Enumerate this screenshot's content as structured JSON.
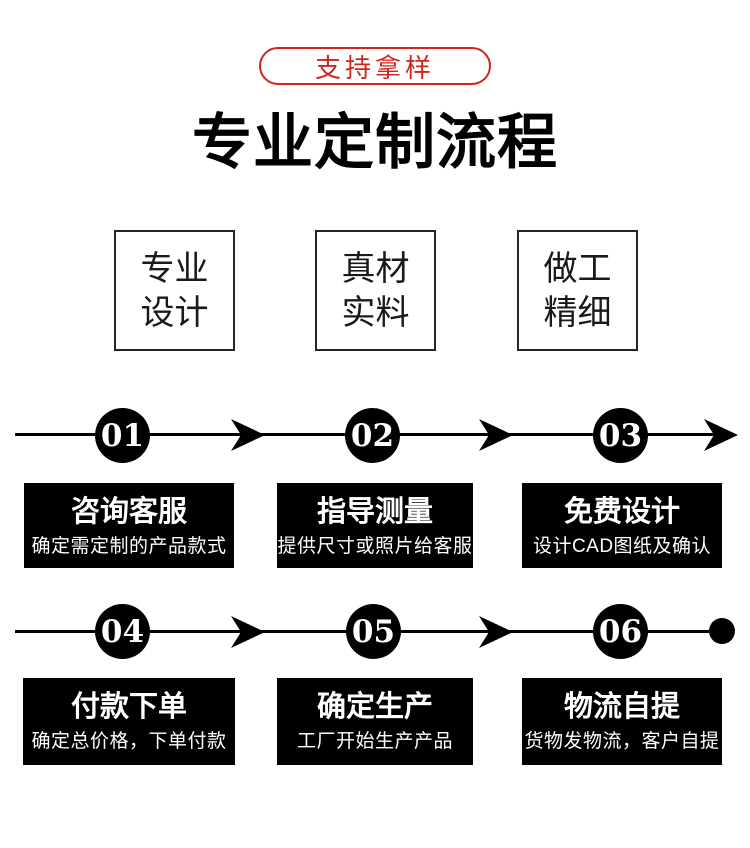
{
  "page": {
    "background": "#ffffff",
    "accent_red": "#d1251c",
    "ink_black": "#000000"
  },
  "header": {
    "badge": "支持拿样",
    "title": "专业定制流程"
  },
  "features": [
    {
      "line1": "专业",
      "line2": "设计"
    },
    {
      "line1": "真材",
      "line2": "实料"
    },
    {
      "line1": "做工",
      "line2": "精细"
    }
  ],
  "icons": {
    "arrow": "right-arrowhead",
    "end_dot": "terminal-dot"
  },
  "steps": [
    {
      "num": "01",
      "title": "咨询客服",
      "desc": "确定需定制的产品款式"
    },
    {
      "num": "02",
      "title": "指导测量",
      "desc": "提供尺寸或照片给客服"
    },
    {
      "num": "03",
      "title": "免费设计",
      "desc": "设计CAD图纸及确认"
    },
    {
      "num": "04",
      "title": "付款下单",
      "desc": "确定总价格，下单付款"
    },
    {
      "num": "05",
      "title": "确定生产",
      "desc": "工厂开始生产产品"
    },
    {
      "num": "06",
      "title": "物流自提",
      "desc": "货物发物流，客户自提"
    }
  ]
}
